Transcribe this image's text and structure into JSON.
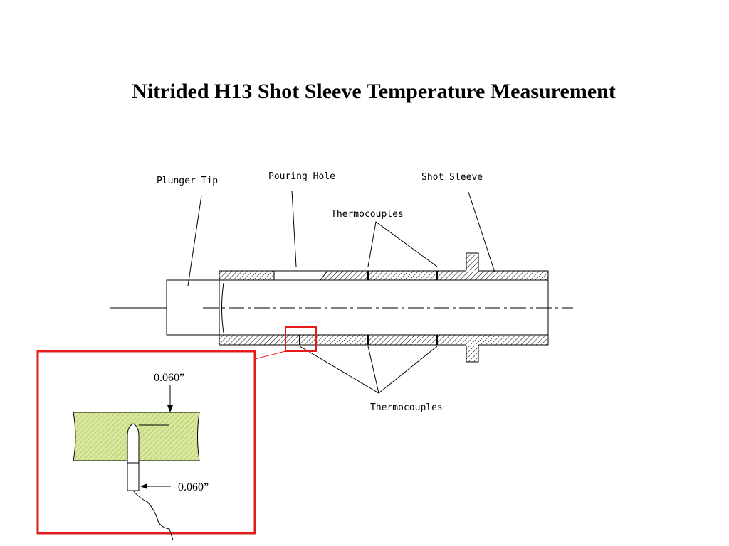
{
  "title": "Nitrided H13 Shot Sleeve Temperature Measurement",
  "labels": {
    "plunger_tip": "Plunger Tip",
    "pouring_hole": "Pouring Hole",
    "shot_sleeve": "Shot Sleeve",
    "thermocouples_top": "Thermocouples",
    "thermocouples_bottom": "Thermocouples"
  },
  "detail": {
    "depth_dimension": "0.060”",
    "diameter_dimension": "0.060”"
  },
  "colors": {
    "hatch": "#000000",
    "detail_box": "#e41b1b",
    "nitrided_fill": "#d8e8a0",
    "nitrided_hatch": "#9bbf3c"
  }
}
